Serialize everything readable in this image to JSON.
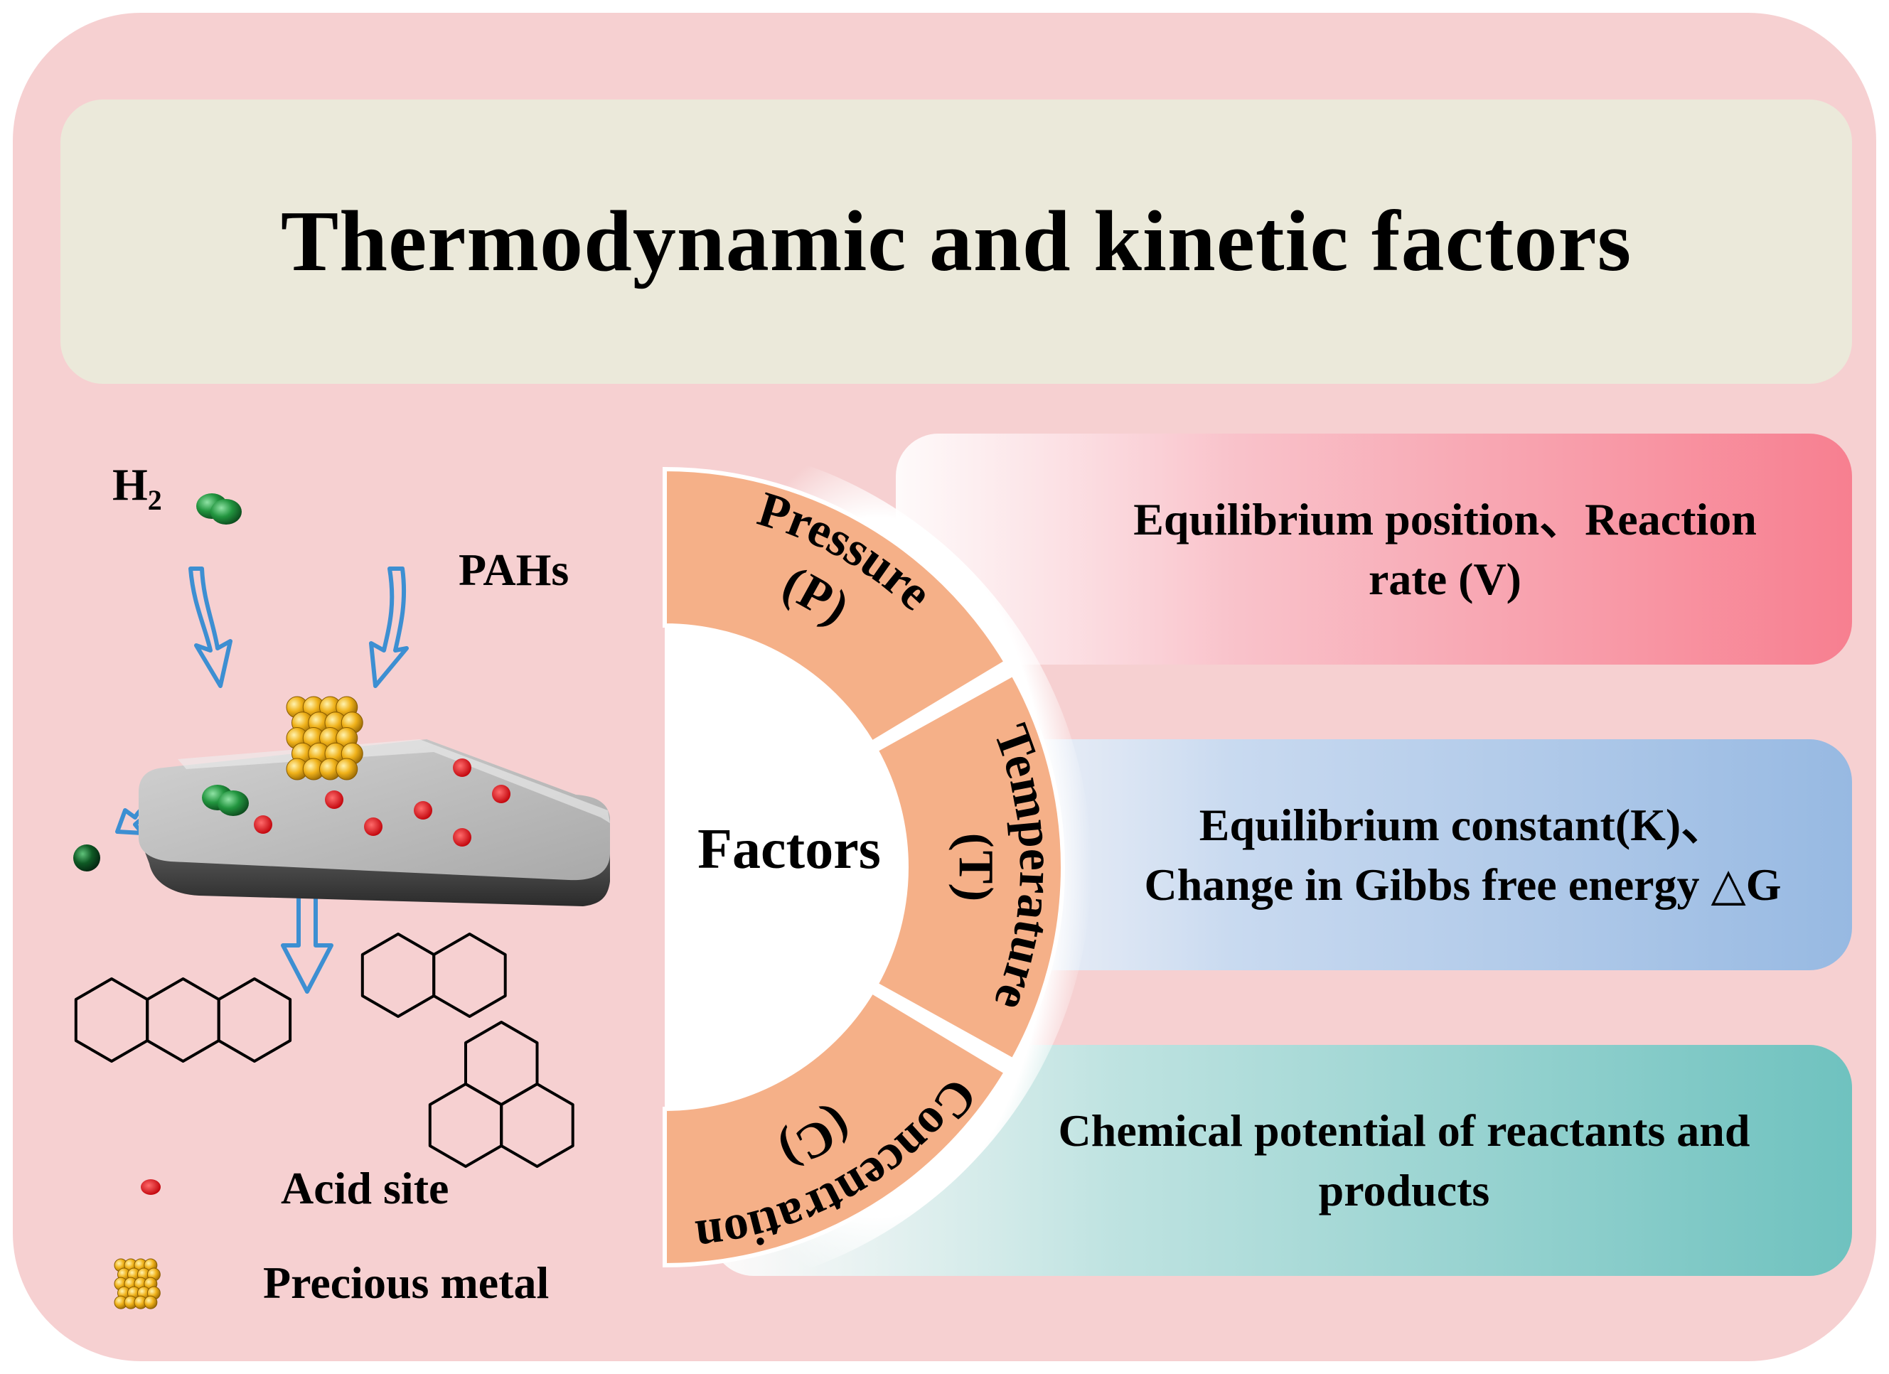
{
  "title": "Thermodynamic and kinetic factors",
  "hub_label": "Factors",
  "segments": [
    {
      "name": "Pressure",
      "symbol": "(P)"
    },
    {
      "name": "Temperature",
      "symbol": "(T)"
    },
    {
      "name": "Concentration",
      "symbol": "(C)"
    }
  ],
  "descriptions": [
    {
      "line1": "Equilibrium position、Reaction",
      "line2": "rate (V)"
    },
    {
      "line1": "Equilibrium constant(K)、",
      "line2": "Change in Gibbs free energy △G"
    },
    {
      "line1": "Chemical potential of reactants and",
      "line2": "products"
    }
  ],
  "reaction": {
    "h2_label": "H",
    "h2_subscript": "2",
    "pahs_label": "PAHs"
  },
  "legend": {
    "acid_site": "Acid site",
    "precious_metal": "Precious metal"
  },
  "colors": {
    "outer_bg": "#f6d0d1",
    "title_bg": "#ebe9da",
    "ring": "#f5b088",
    "pressure_box": "#f77f90",
    "temperature_box": "#97b9e2",
    "concentration_box": "#6fc2bf",
    "acid_site": "#e8161e",
    "h2_molecule": "#2a9a4a",
    "arrow": "#3d8fd2",
    "metal": "#e8a913"
  }
}
